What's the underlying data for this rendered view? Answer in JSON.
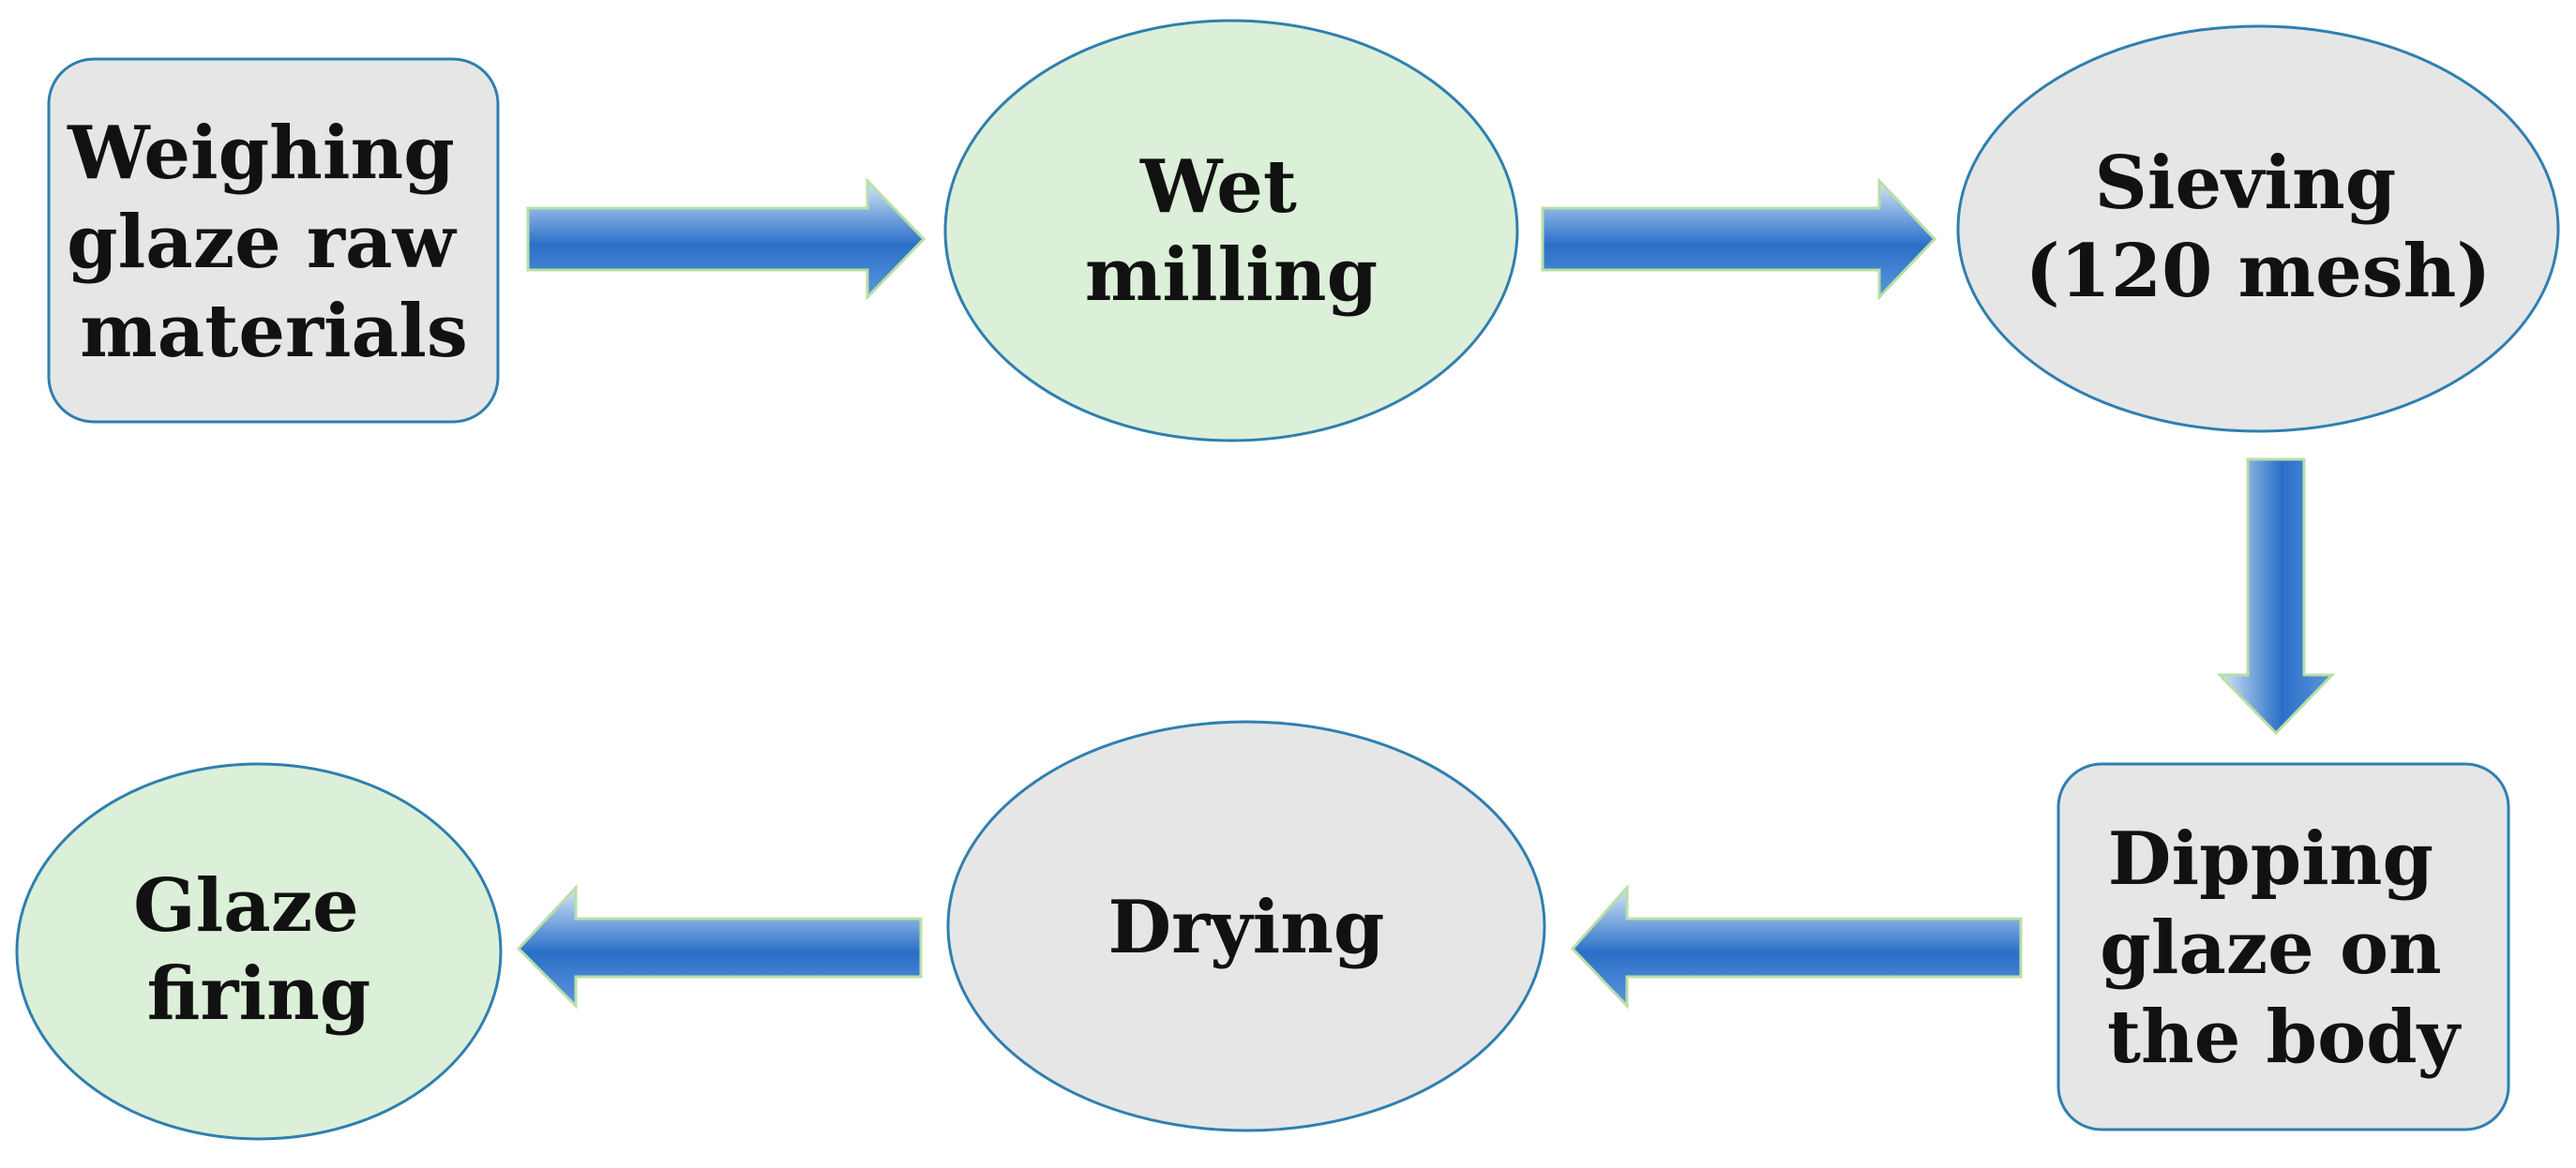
{
  "colors": {
    "box_fill": "#e6e6e6",
    "green_fill": "#dcefd8",
    "outline": "#2f7fb0",
    "arrow_dark": "#2a6fc8",
    "arrow_light": "#d6e8f7",
    "arrow_border": "#b8dfa6"
  },
  "steps": [
    {
      "id": "weighing",
      "shape": "rounded-rect",
      "fill": "#e6e6e6",
      "lines": [
        "Weighing",
        "glaze raw",
        "materials"
      ]
    },
    {
      "id": "wet-milling",
      "shape": "ellipse",
      "fill": "#dcefd8",
      "lines": [
        "Wet",
        "milling"
      ]
    },
    {
      "id": "sieving",
      "shape": "ellipse",
      "fill": "#e6e6e6",
      "lines": [
        "Sieving",
        "(120 mesh)"
      ]
    },
    {
      "id": "dipping",
      "shape": "rounded-rect",
      "fill": "#e6e6e6",
      "lines": [
        "Dipping",
        "glaze on",
        "the body"
      ]
    },
    {
      "id": "drying",
      "shape": "ellipse",
      "fill": "#e6e6e6",
      "lines": [
        "Drying"
      ]
    },
    {
      "id": "glaze-firing",
      "shape": "ellipse",
      "fill": "#dcefd8",
      "lines": [
        "Glaze",
        "firing"
      ]
    }
  ],
  "arrows": [
    {
      "from": "weighing",
      "to": "wet-milling",
      "direction": "right"
    },
    {
      "from": "wet-milling",
      "to": "sieving",
      "direction": "right"
    },
    {
      "from": "sieving",
      "to": "dipping",
      "direction": "down"
    },
    {
      "from": "dipping",
      "to": "drying",
      "direction": "left"
    },
    {
      "from": "drying",
      "to": "glaze-firing",
      "direction": "left"
    }
  ]
}
